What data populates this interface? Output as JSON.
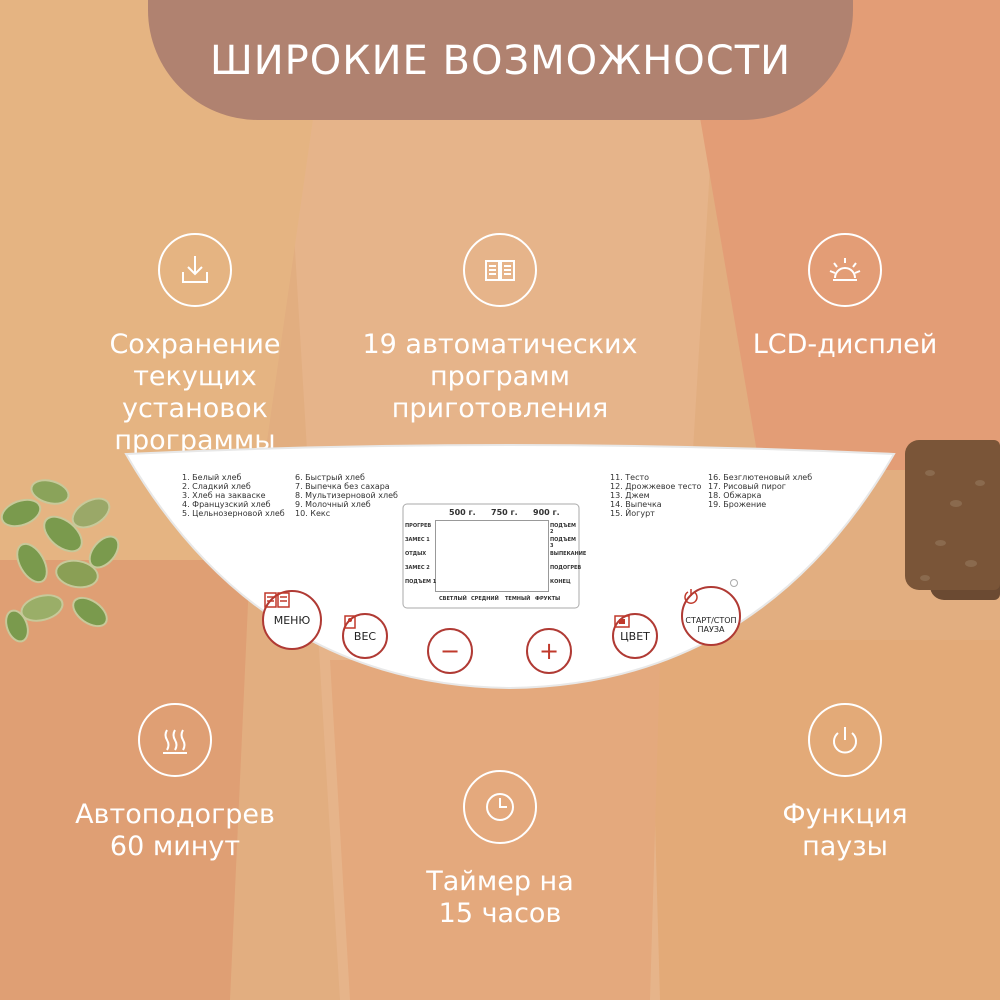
{
  "header": {
    "title": "ШИРОКИЕ ВОЗМОЖНОСТИ"
  },
  "features": {
    "save": {
      "icon": "download-tray-icon",
      "text": "Сохранение\nтекущих установок\nпрограммы"
    },
    "programs": {
      "icon": "book-icon",
      "text": "19 автоматических\nпрограмм\nприготовления"
    },
    "lcd": {
      "icon": "sunrise-icon",
      "text": "LCD-дисплей"
    },
    "warm": {
      "icon": "steam-icon",
      "text": "Автоподогрев\n60 минут"
    },
    "timer": {
      "icon": "clock-icon",
      "text": "Таймер на\n15 часов"
    },
    "pause": {
      "icon": "power-icon",
      "text": "Функция\nпаузы"
    }
  },
  "panel": {
    "programs_col1": "1. Белый хлеб\n2. Сладкий хлеб\n3. Хлеб на закваске\n4. Французский хлеб\n5. Цельнозерновой хлеб",
    "programs_col2": "6. Быстрый хлеб\n7. Выпечка без сахара\n8. Мультизерновой хлеб\n9. Молочный хлеб\n10. Кекс",
    "programs_col3": "11. Тесто\n12. Дрожжевое тесто\n13. Джем\n14. Выпечка\n15. Йогурт",
    "programs_col4": "16. Безглютеновый хлеб\n17. Рисовый пирог\n18. Обжарка\n19. Брожение",
    "weights": [
      "500 г.",
      "750 г.",
      "900 г."
    ],
    "stages_left": [
      "ПРОГРЕВ",
      "ЗАМЕС 1",
      "ОТДЫХ",
      "ЗАМЕС 2",
      "ПОДЪЕМ 1"
    ],
    "stages_right": [
      "ПОДЪЕМ 2",
      "ПОДЪЕМ 3",
      "ВЫПЕКАНИЕ",
      "ПОДОГРЕВ",
      "КОНЕЦ"
    ],
    "crust": [
      "СВЕТЛЫЙ",
      "СРЕДНИЙ",
      "ТЕМНЫЙ",
      "ФРУКТЫ"
    ],
    "buttons": {
      "menu": "МЕНЮ",
      "weight": "ВЕС",
      "minus": "−",
      "plus": "+",
      "color": "ЦВЕТ",
      "start": "СТАРТ/СТОП\nПАУЗА"
    }
  },
  "colors": {
    "header": "#b08270",
    "accent": "#c0392b",
    "text": "#ffffff"
  }
}
